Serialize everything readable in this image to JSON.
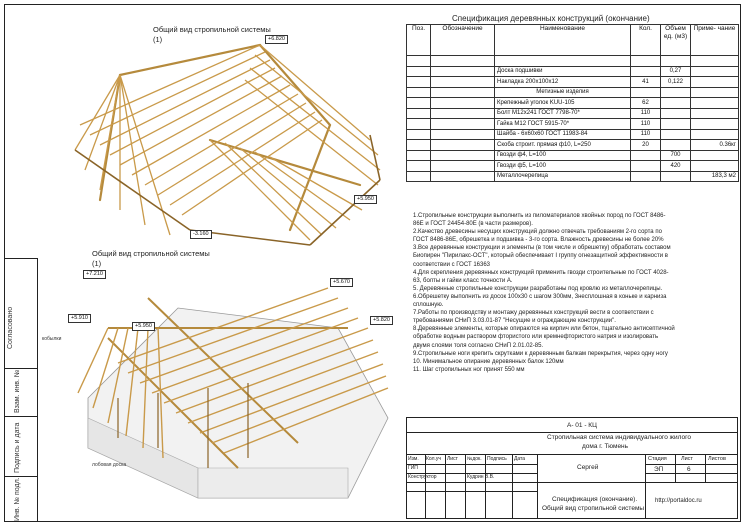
{
  "views": {
    "top_title": "Общий вид стропильной системы",
    "top_sub": "(1)",
    "bottom_title": "Общий вид стропильной системы",
    "bottom_sub": "(1)",
    "elev_top_1": "+6.820",
    "elev_top_2": "-3.160",
    "elev_top_3": "+5.950",
    "elev_b_1": "+7.210",
    "elev_b_2": "+5.670",
    "elev_b_3": "+5.910",
    "elev_b_4": "+5.950",
    "elev_b_5": "+5.820",
    "label_kobylki": "кобылки",
    "label_lobovaya": "лобовая доска"
  },
  "sidestrip": {
    "soglasovano": "Согласовано",
    "inv_zam": "Взам. инв. №",
    "podp_data": "Подпись и дата",
    "inv_podl": "Инв. № подл."
  },
  "spec": {
    "title": "Спецификация деревянных конструкций (окончание)",
    "headers": [
      "Поз.",
      "Обозначение",
      "Наименование",
      "Кол.",
      "Объем ед. (м3)",
      "Приме- чание"
    ],
    "rows": [
      [
        "",
        "",
        "",
        "",
        "",
        ""
      ],
      [
        "",
        "",
        "Доска подшивки",
        "",
        "0,27",
        ""
      ],
      [
        "",
        "",
        "Накладка 200х100х12",
        "41",
        "0,122",
        ""
      ],
      [
        "",
        "",
        "Метизные изделия",
        "",
        "",
        ""
      ],
      [
        "",
        "",
        "Крепежный уголок KUU-105",
        "62",
        "",
        ""
      ],
      [
        "",
        "",
        "Болт М12х241 ГОСТ 7798-70*",
        "110",
        "",
        ""
      ],
      [
        "",
        "",
        "Гайка М12 ГОСТ 5915-70*",
        "110",
        "",
        ""
      ],
      [
        "",
        "",
        "Шайба - 6х60х60 ГОСТ 11983-84",
        "110",
        "",
        ""
      ],
      [
        "",
        "",
        "Скоба строит. прямая ф10, L=250",
        "20",
        "",
        "0.36кг"
      ],
      [
        "",
        "",
        "Гвозди ф4, L=100",
        "",
        "700",
        ""
      ],
      [
        "",
        "",
        "Гвозди ф5, L=100",
        "",
        "420",
        ""
      ],
      [
        "",
        "",
        "Металлочерепица",
        "",
        "",
        "183,3 м2"
      ]
    ]
  },
  "notes": [
    "1.Стропильные конструкции выполнить из пиломатериалов хвойных пород по ГОСТ 8486-",
    "86Е и ГОСТ 24454-80Е (в части размеров).",
    "2.Качество древесины несущих конструкций должно отвечать требованиям 2-го сорта по",
    "ГОСТ 8486-86Е, обрешетка и подшивка - 3-го сорта. Влажность древесины не более 20%",
    "3.Все деревянные конструкции и элементы (в том числе и обрешетку) обработать составом",
    "Биопирен \"Пирилакс-ОСТ\", который обеспечивает I группу огнезащитной эффективности в",
    "соответствии с ГОСТ 16363",
    "4.Для скрепления деревянных конструкций применить гвозди строительные по ГОСТ 4028-",
    "63, болты и гайки класс точности А.",
    "5. Деревянные стропильные конструкции разработаны под кровлю из металлочерепицы.",
    "6.Обрешетку выполнить из досок 100х30 с шагом 300мм, 3несплошная в коньке и карниза",
    "сплошную.",
    "7.Работы по производству и монтажу деревянных конструкций вести в соответствии с",
    "требованиями СНиП 3.03.01-87 \"Несущие и ограждающие конструкции\".",
    "8.Деревянные элементы, которые опираются на кирпич или бетон, тщательно антисептичной",
    "обработке водным раствором фтористого или кремнефтористого натрия и изолировать",
    "двумя слоями толя согласно СНиП 2.01.02-85.",
    "9.Стропильные ноги крепить скрутками к деревянным балкам перекрытия, через одну ногу",
    "10. Минимальное опирание деревянных балок 120мм",
    "11. Шаг стропильных ног принят 550 мм"
  ],
  "titleblock": {
    "code": "А-       01 - КЦ",
    "project": "Стропильная система индивидуального жилого",
    "project2": "дома г. Тюмень",
    "cols": [
      "Изм.",
      "Кол.уч",
      "Лист",
      "№док.",
      "Подпись",
      "Дата"
    ],
    "gip": "ГИП",
    "konstr": "Конструктор",
    "konstr_name": "Кудрин В.В.",
    "author": "Сергей",
    "stadia_h": "Стадия",
    "list_h": "Лист",
    "listov_h": "Листов",
    "stadia": "ЭП",
    "list": "6",
    "sheet_title": "Спецификация (окончание).",
    "sheet_title2": "Общий вид стропильной системы",
    "site": "http://portaldoc.ru"
  }
}
